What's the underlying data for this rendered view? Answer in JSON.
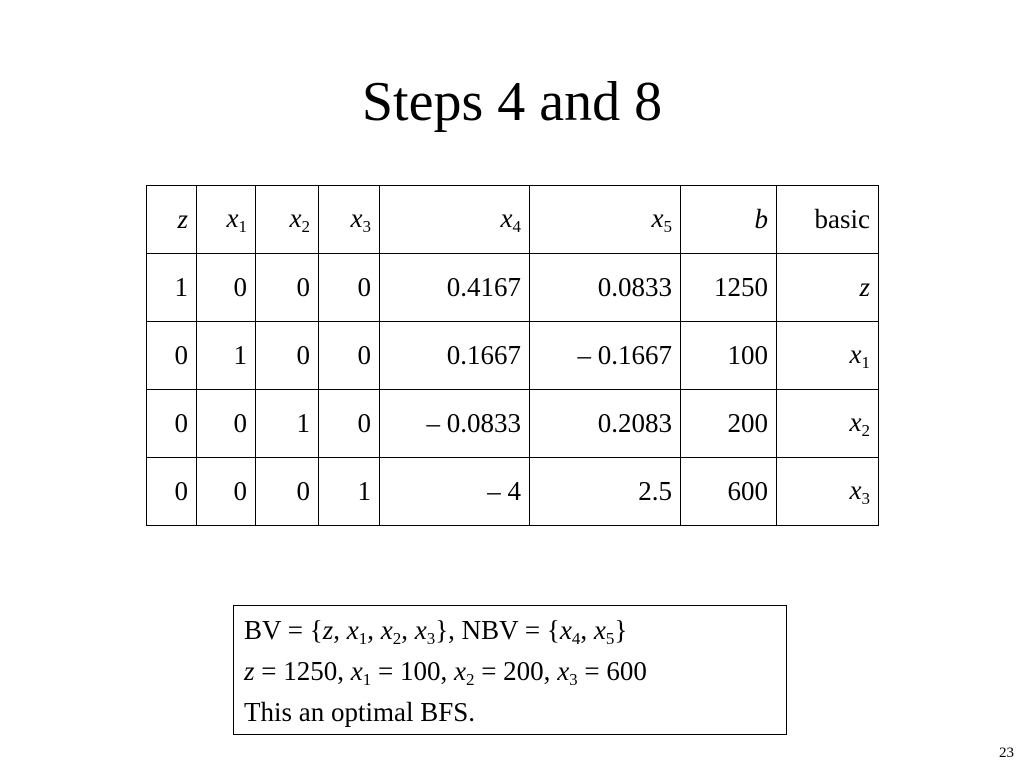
{
  "slide": {
    "title": "Steps 4 and 8",
    "page_number": "23"
  },
  "tableau": {
    "headers": [
      {
        "main": "z",
        "sub": ""
      },
      {
        "main": "x",
        "sub": "1"
      },
      {
        "main": "x",
        "sub": "2"
      },
      {
        "main": "x",
        "sub": "3"
      },
      {
        "main": "x",
        "sub": "4"
      },
      {
        "main": "x",
        "sub": "5"
      },
      {
        "main": "b",
        "sub": ""
      },
      {
        "main": "basic",
        "sub": ""
      }
    ],
    "rows": [
      {
        "cells": [
          "1",
          "0",
          "0",
          "0",
          "0.4167",
          "0.0833",
          "1250"
        ],
        "basic": {
          "main": "z",
          "sub": ""
        }
      },
      {
        "cells": [
          "0",
          "1",
          "0",
          "0",
          "0.1667",
          "– 0.1667",
          "100"
        ],
        "basic": {
          "main": "x",
          "sub": "1"
        }
      },
      {
        "cells": [
          "0",
          "0",
          "1",
          "0",
          "– 0.0833",
          "0.2083",
          "200"
        ],
        "basic": {
          "main": "x",
          "sub": "2"
        }
      },
      {
        "cells": [
          "0",
          "0",
          "0",
          "1",
          "– 4",
          "2.5",
          "600"
        ],
        "basic": {
          "main": "x",
          "sub": "3"
        }
      }
    ]
  },
  "summary": {
    "line1": {
      "bv_label": "BV = {",
      "z": "z",
      "x": "x",
      "s1": "1",
      "s2": "2",
      "s3": "3",
      "s4": "4",
      "s5": "5",
      "comma": ", ",
      "close_nbv": "}, NBV = {",
      "close": "}"
    },
    "line2": {
      "z": "z",
      "x": "x",
      "z_val": " = 1250, ",
      "x1_val": " = 100, ",
      "x2_val": " = 200, ",
      "x3_val": " = 600",
      "s1": "1",
      "s2": "2",
      "s3": "3"
    },
    "line3": "This an optimal BFS."
  }
}
